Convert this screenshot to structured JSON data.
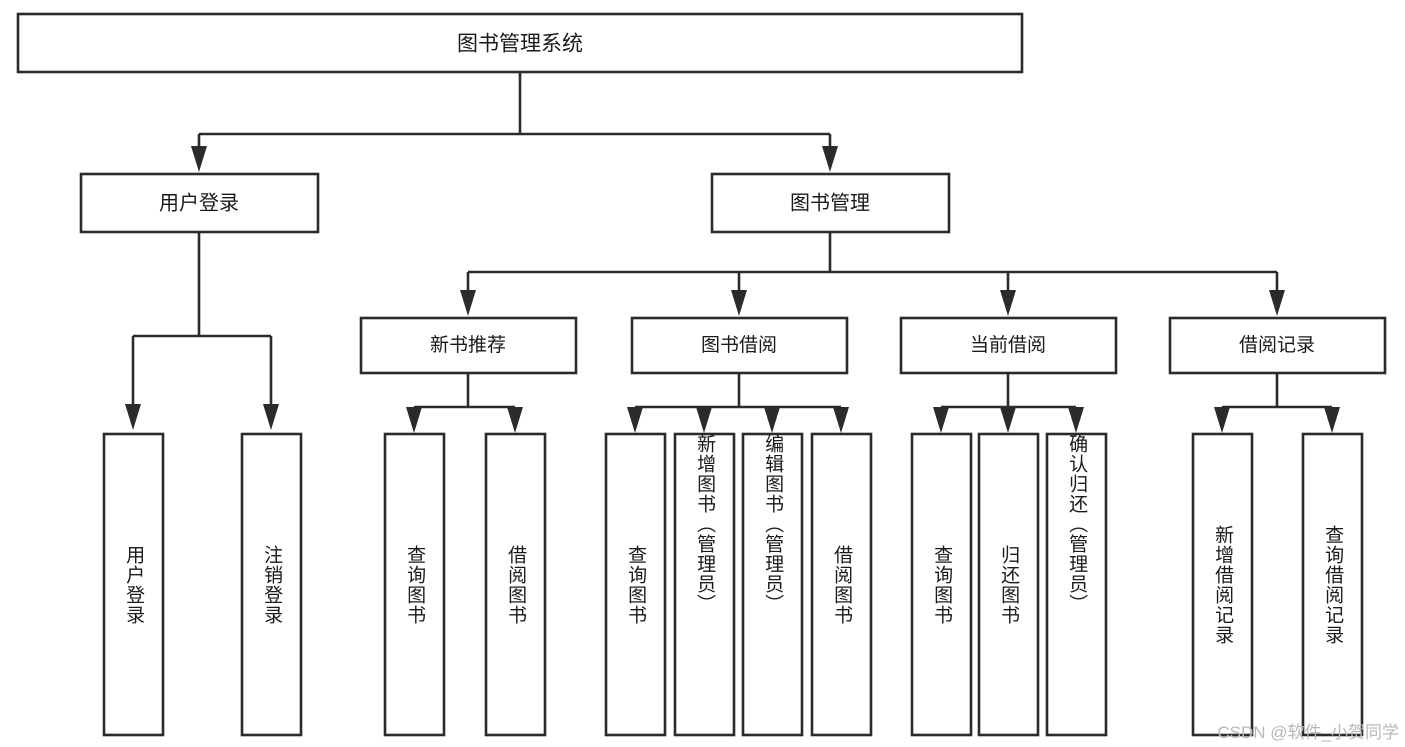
{
  "diagram": {
    "title": "图书管理系统",
    "type": "hierarchy-tree",
    "watermark": "CSDN @软件_小贺同学",
    "colors": {
      "stroke": "#2b2b2b",
      "fill": "#ffffff",
      "text": "#1a1a1a",
      "watermark": "#b9b9b9",
      "background": "#ffffff"
    },
    "root": {
      "label": "图书管理系统",
      "level": 0
    },
    "level1": [
      {
        "id": "user-login",
        "label": "用户登录"
      },
      {
        "id": "book-management",
        "label": "图书管理"
      }
    ],
    "level2": [
      {
        "id": "new-book-recommend",
        "label": "新书推荐",
        "parent": "book-management"
      },
      {
        "id": "book-borrow",
        "label": "图书借阅",
        "parent": "book-management"
      },
      {
        "id": "current-borrow",
        "label": "当前借阅",
        "parent": "book-management"
      },
      {
        "id": "borrow-record",
        "label": "借阅记录",
        "parent": "book-management"
      }
    ],
    "leaves": [
      {
        "id": "leaf-user-login",
        "label": "用户登录",
        "parent": "user-login"
      },
      {
        "id": "leaf-logout-login",
        "label": "注销登录",
        "parent": "user-login"
      },
      {
        "id": "leaf-query-book-1",
        "label": "查询图书",
        "parent": "new-book-recommend"
      },
      {
        "id": "leaf-borrow-book-1",
        "label": "借阅图书",
        "parent": "new-book-recommend"
      },
      {
        "id": "leaf-query-book-2",
        "label": "查询图书",
        "parent": "book-borrow"
      },
      {
        "id": "leaf-add-book",
        "label": "新增图书（管理员）",
        "parent": "book-borrow"
      },
      {
        "id": "leaf-edit-book",
        "label": "编辑图书（管理员）",
        "parent": "book-borrow"
      },
      {
        "id": "leaf-borrow-book-2",
        "label": "借阅图书",
        "parent": "book-borrow"
      },
      {
        "id": "leaf-query-book-3",
        "label": "查询图书",
        "parent": "current-borrow"
      },
      {
        "id": "leaf-return-book",
        "label": "归还图书",
        "parent": "current-borrow"
      },
      {
        "id": "leaf-confirm-return",
        "label": "确认归还（管理员）",
        "parent": "current-borrow"
      },
      {
        "id": "leaf-add-record",
        "label": "新增借阅记录",
        "parent": "borrow-record"
      },
      {
        "id": "leaf-query-record",
        "label": "查询借阅记录",
        "parent": "borrow-record"
      }
    ]
  }
}
